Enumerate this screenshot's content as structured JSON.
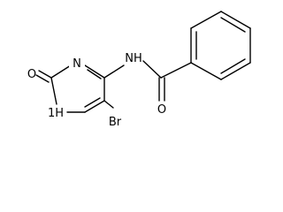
{
  "molecule": {
    "atom_labels": {
      "oxygen_ring": "O",
      "nitrogen_ring": "N",
      "nh_ring": "1H",
      "amide_nh": "NH",
      "carbonyl_oxygen": "O",
      "bromine": "Br"
    }
  }
}
